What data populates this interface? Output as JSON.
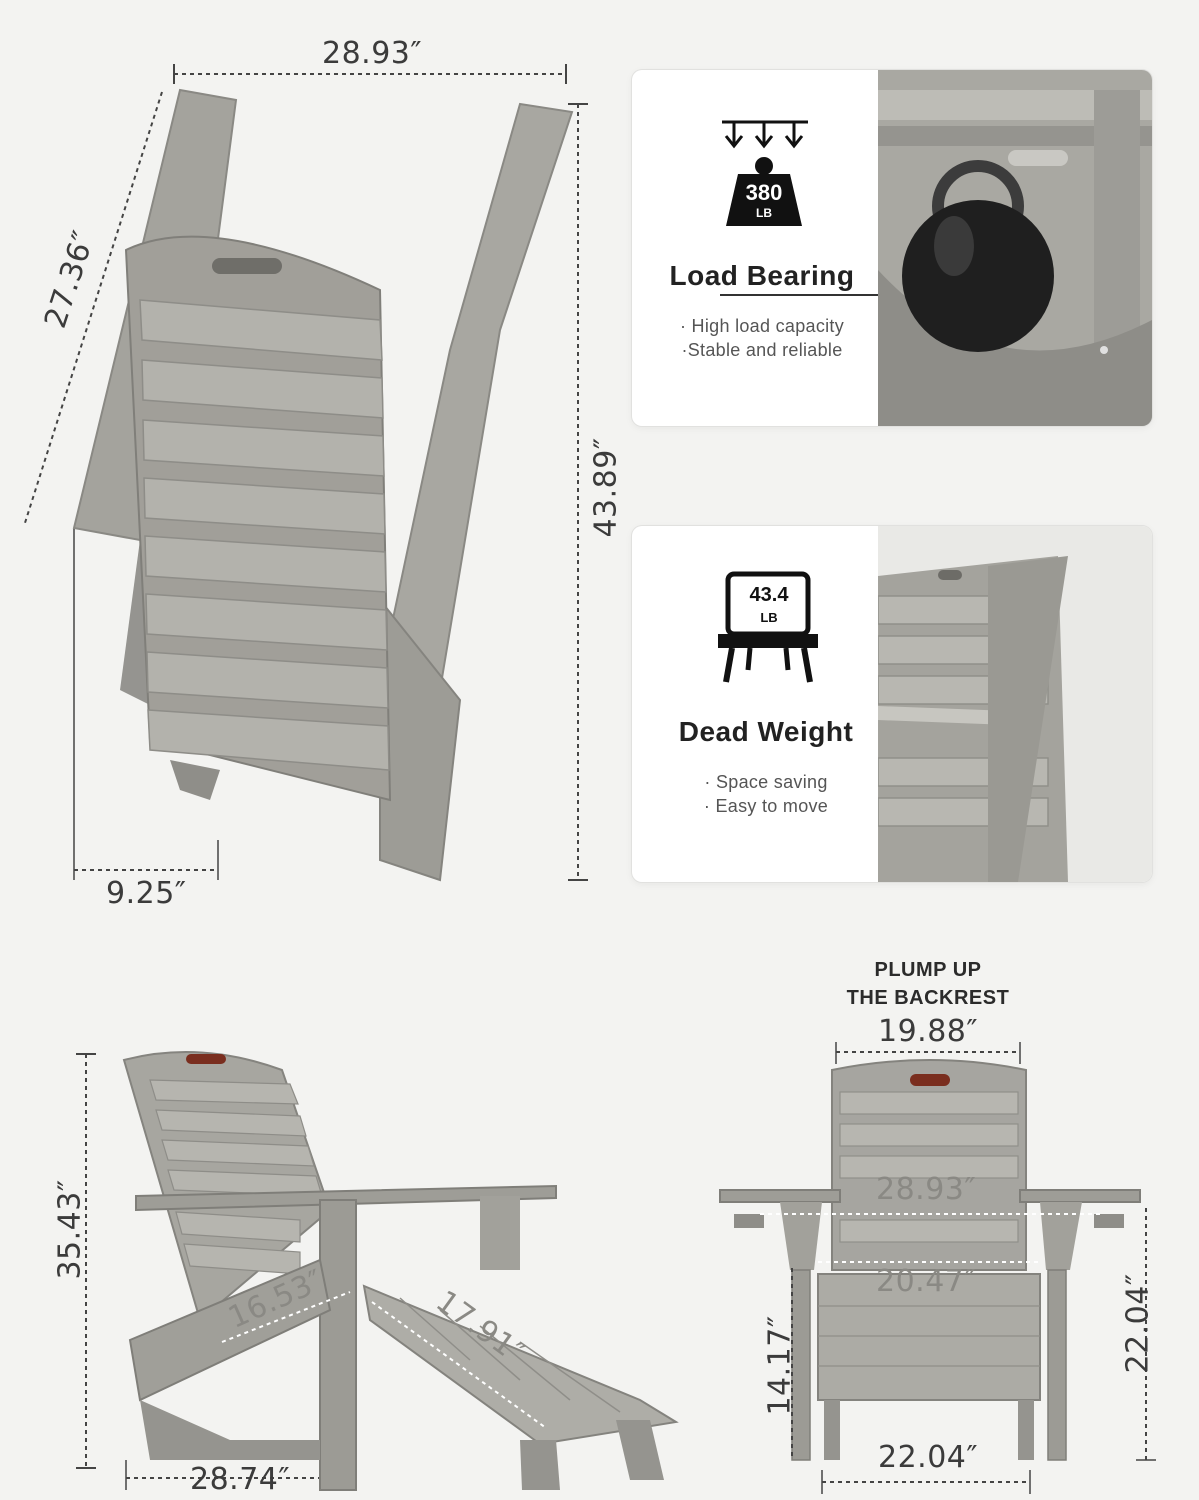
{
  "top_view": {
    "width_label": "28.93″",
    "depth_label": "27.36″",
    "height_label": "43.89″",
    "thickness_label": "9.25″"
  },
  "load_card": {
    "icon_weight_value": "380",
    "icon_weight_unit": "LB",
    "title": "Load Bearing",
    "bullets": [
      "· High load capacity",
      "·Stable and reliable"
    ]
  },
  "weight_card": {
    "icon_weight_value": "43.4",
    "icon_weight_unit": "LB",
    "title": "Dead Weight",
    "bullets": [
      "· Space saving",
      "· Easy to move"
    ]
  },
  "side_view": {
    "height_label": "35.43″",
    "length_label": "28.74″",
    "seat_label": "16.53″",
    "ottoman_label": "17.91″"
  },
  "front_view": {
    "caption_line1": "PLUMP UP",
    "caption_line2": "THE BACKREST",
    "backrest_width_label": "19.88″",
    "arm_width_label": "28.93″",
    "seat_width_label": "20.47″",
    "ottoman_width_label": "22.04″",
    "seat_height_label": "14.17″",
    "arm_height_label": "22.04″"
  },
  "colors": {
    "chair_gray": "#9b9a94",
    "chair_dark": "#7f7e78",
    "background": "#f3f3f1",
    "dimension_line": "#444444"
  }
}
